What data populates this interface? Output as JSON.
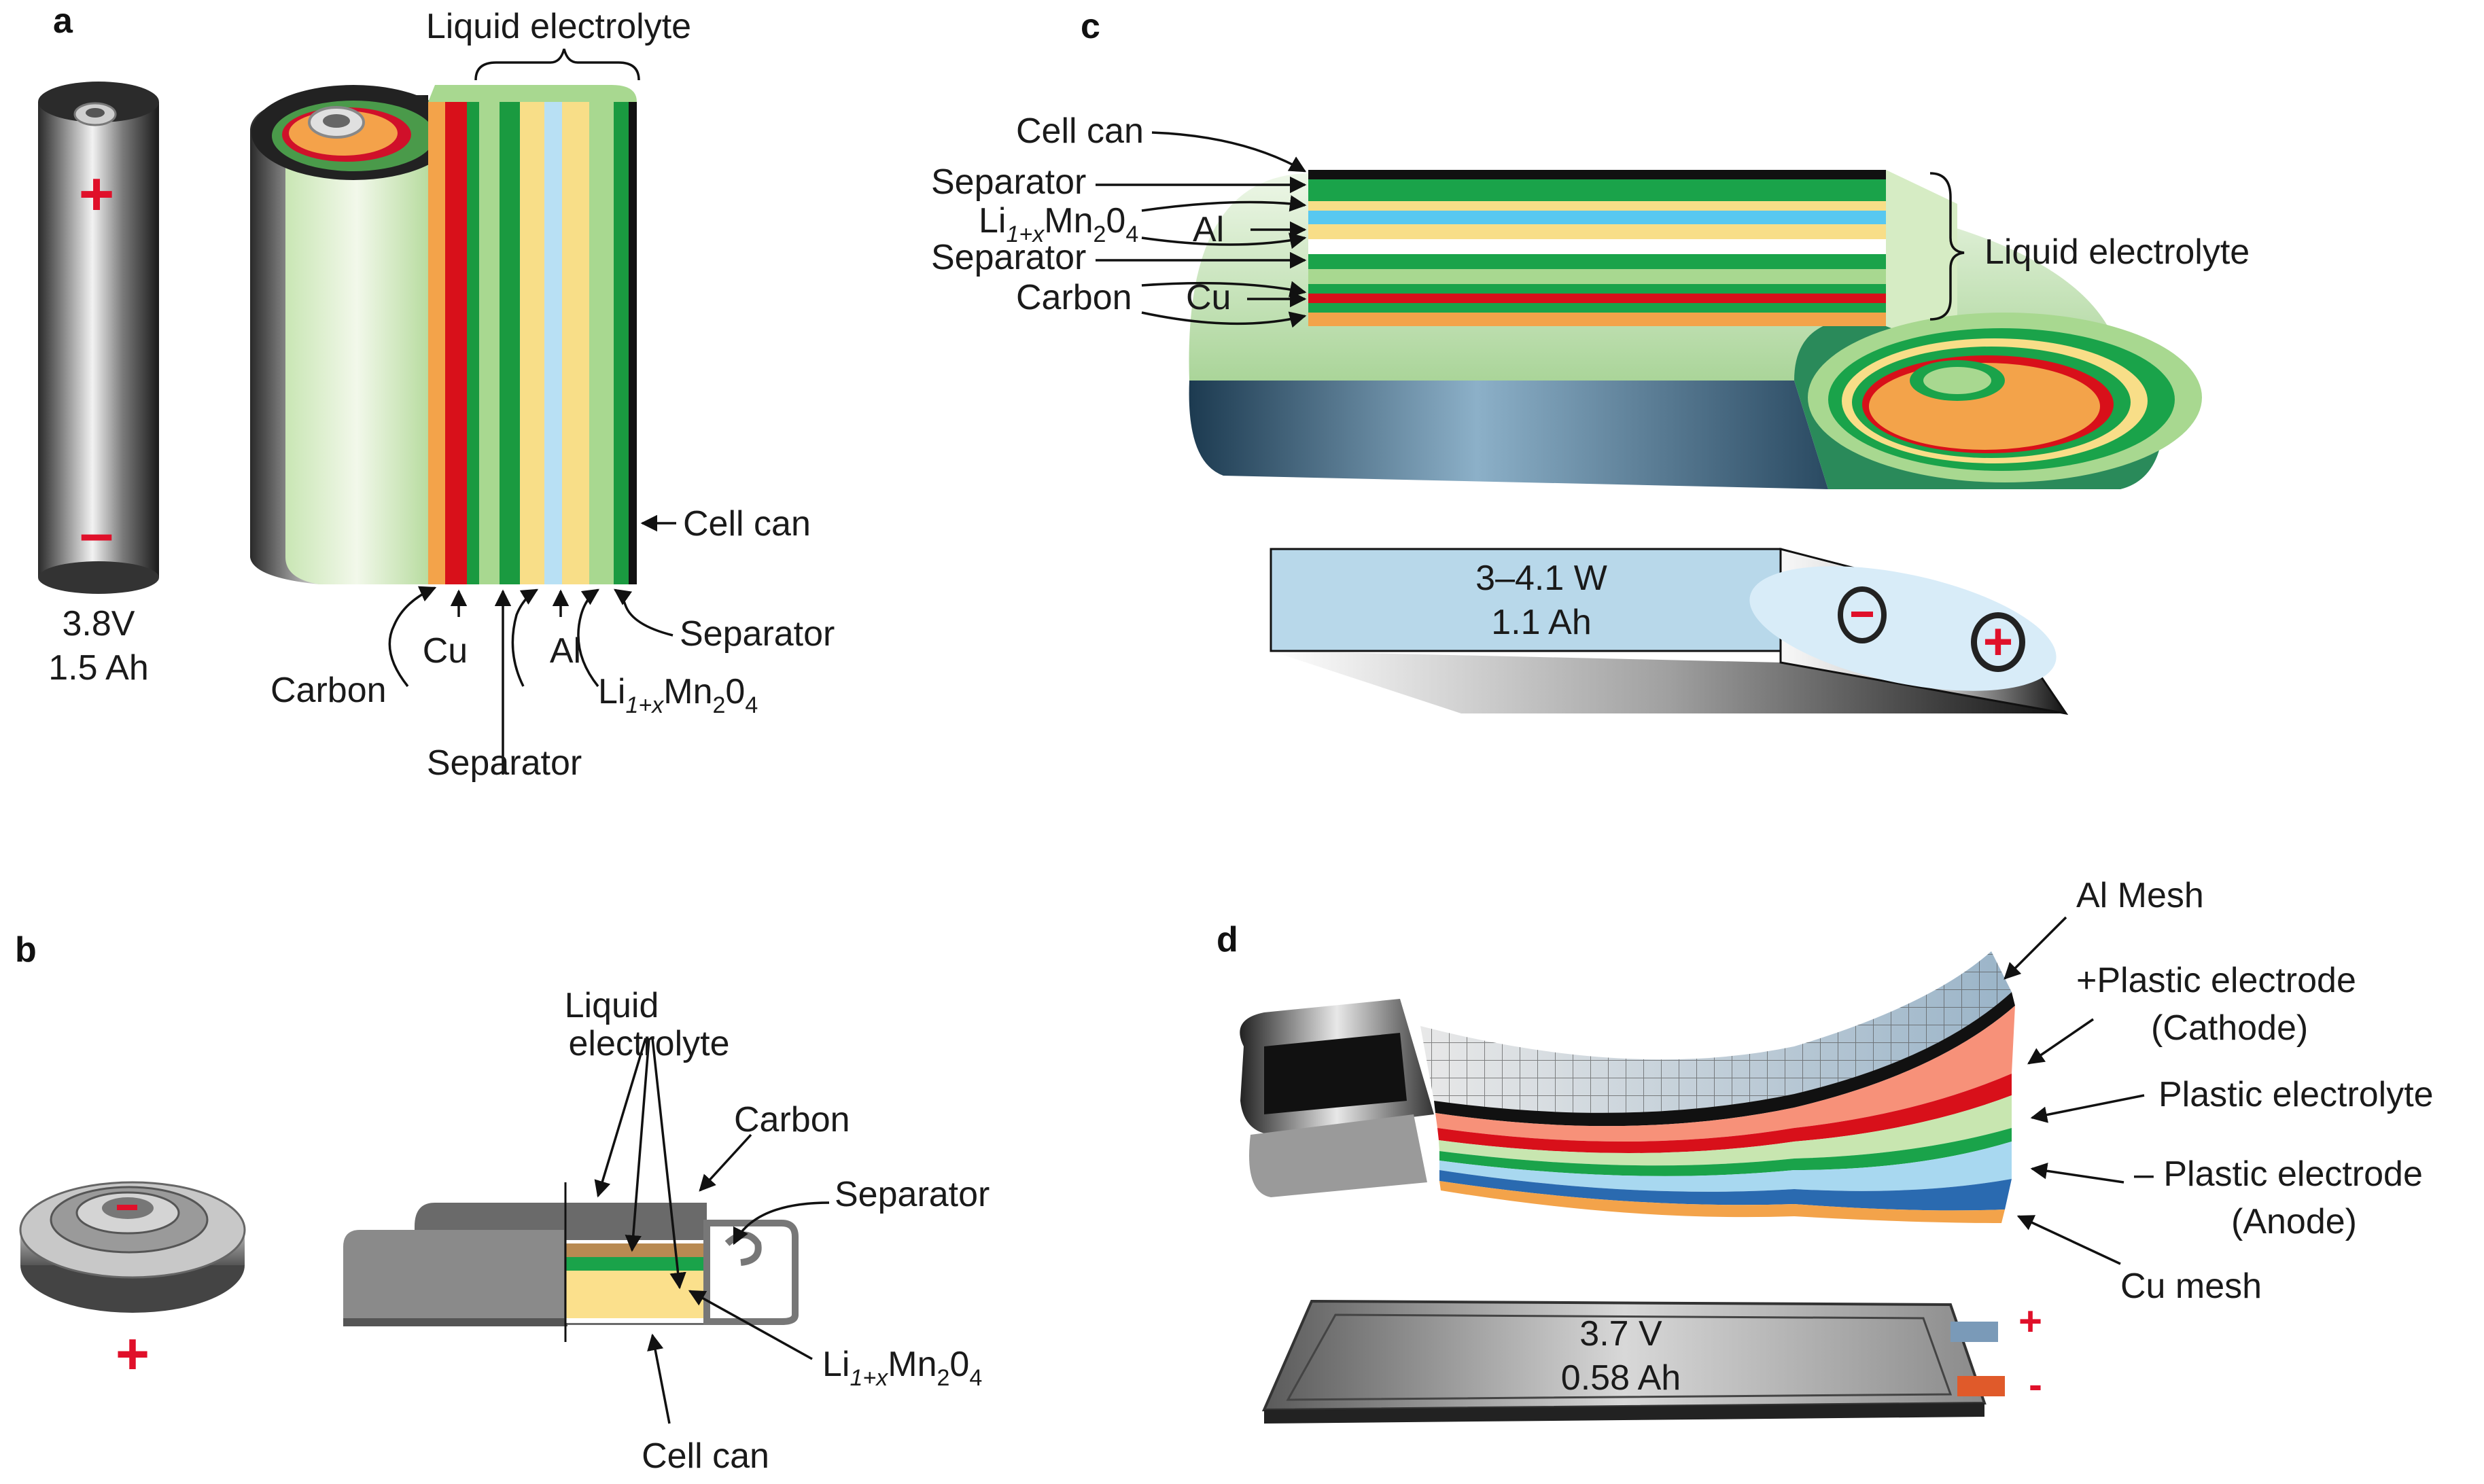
{
  "panels": {
    "a": {
      "label": "a",
      "battery_voltage": "3.8V",
      "battery_capacity": "1.5 Ah",
      "plus_sign": "+",
      "minus_sign": "–",
      "liquid_electrolyte": "Liquid electrolyte",
      "cell_can": "Cell can",
      "separator_right": "Separator",
      "separator_bottom": "Separator",
      "carbon": "Carbon",
      "cu": "Cu",
      "al": "Al",
      "limno_base": "Li",
      "limno_sub1": "1+x",
      "limno_mid": "Mn",
      "limno_sub2": "2",
      "limno_o": "0",
      "limno_sub3": "4"
    },
    "b": {
      "label": "b",
      "liquid_line1": "Liquid",
      "liquid_line2": "electrolyte",
      "carbon": "Carbon",
      "separator": "Separator",
      "cell_can": "Cell can",
      "plus_sign": "+",
      "limno_base": "Li",
      "limno_sub1": "1+x",
      "limno_mid": "Mn",
      "limno_sub2": "2",
      "limno_o": "0",
      "limno_sub3": "4"
    },
    "c": {
      "label": "c",
      "cell_can": "Cell can",
      "separator_1": "Separator",
      "separator_2": "Separator",
      "carbon": "Carbon",
      "al": "Al",
      "cu": "Cu",
      "liquid_electrolyte": "Liquid electrolyte",
      "power": "3–4.1 W",
      "capacity": "1.1 Ah",
      "limno_base": "Li",
      "limno_sub1": "1+x",
      "limno_mid": "Mn",
      "limno_sub2": "2",
      "limno_o": "0",
      "limno_sub3": "4"
    },
    "d": {
      "label": "d",
      "al_mesh": "Al Mesh",
      "plus_electrode": "+Plastic electrode",
      "cathode": "(Cathode)",
      "plastic_electrolyte": "Plastic electrolyte",
      "minus_electrode": "– Plastic electrode",
      "anode": "(Anode)",
      "cu_mesh": "Cu mesh",
      "voltage": "3.7 V",
      "capacity": "0.58 Ah",
      "plus_sign": "+",
      "minus_sign": "-"
    }
  },
  "colors": {
    "green": "#1aa34a",
    "light_green": "#a8d888",
    "red": "#d8101a",
    "orange": "#f2a24a",
    "yellow": "#f8e08a",
    "light_blue": "#a8d8f0",
    "black": "#111111",
    "accent_red": "#e0102a"
  }
}
